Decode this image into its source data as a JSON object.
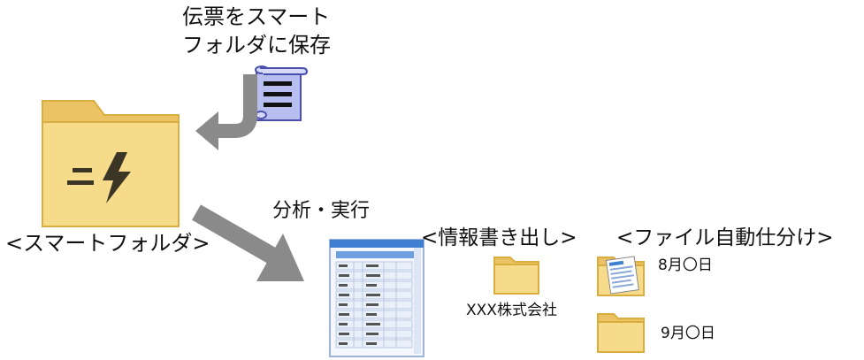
{
  "caption": {
    "line1": "伝票をスマート",
    "line2": "フォルダに保存"
  },
  "smart_folder": {
    "label": "<スマートフォルダ>"
  },
  "action_label": "分析・実行",
  "info_export": {
    "heading": "<情報書き出し>",
    "folder_label": "XXX株式会社"
  },
  "auto_sort": {
    "heading": "<ファイル自動仕分け>",
    "folders": [
      {
        "label": "8月〇日"
      },
      {
        "label": "9月〇日"
      }
    ]
  },
  "colors": {
    "folder_fill": "#f6dc8a",
    "folder_stroke": "#d9ad3e",
    "arrow_gray": "#8a8a8a",
    "scroll_fill": "#b8bff0",
    "scroll_stroke": "#4a4fae",
    "sheet_blue": "#3f7fd2"
  },
  "icons": [
    "document-scroll-icon",
    "smart-folder-icon",
    "lightning-icon",
    "spreadsheet-icon",
    "folder-icon",
    "invoice-icon"
  ]
}
